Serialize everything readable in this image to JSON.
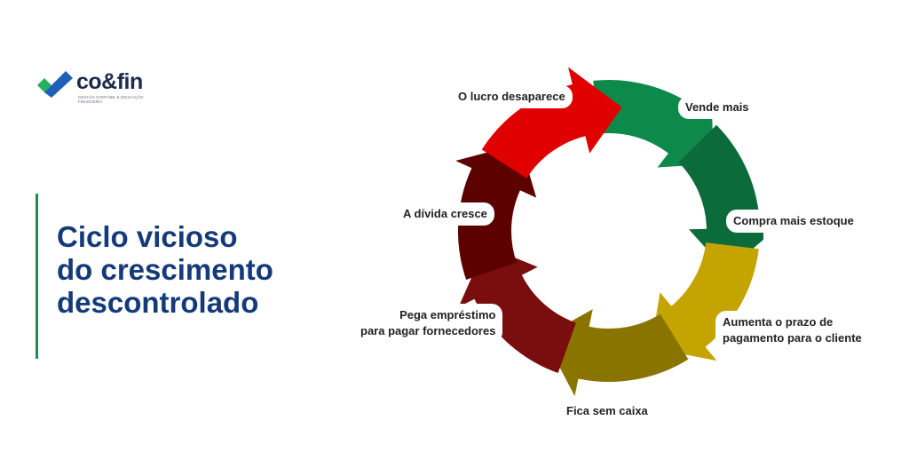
{
  "logo": {
    "brand": "co&fin",
    "tagline": "GESTÃO CONTÁBIL E EDUCAÇÃO FINANCEIRA"
  },
  "title": {
    "line1": "Ciclo vicioso",
    "line2": "do crescimento",
    "line3": "descontrolado"
  },
  "colors": {
    "title": "#153a7a",
    "accent_line": "#1f8a4f",
    "logo_text": "#1c2a4d",
    "logo_check_green": "#27ae60",
    "logo_check_blue": "#1e5fb8"
  },
  "cycle": {
    "steps": [
      {
        "label": "Vende mais",
        "color": "#0d8a4a"
      },
      {
        "label": "Compra mais estoque",
        "color": "#0b6b3a"
      },
      {
        "label": "Aumenta o prazo de",
        "label2": "pagamento para o cliente",
        "color": "#c3a400"
      },
      {
        "label": "Fica sem caixa",
        "color": "#8a7400"
      },
      {
        "label": "Pega empréstimo",
        "label2": "para pagar fornecedores",
        "color": "#7a0d0d"
      },
      {
        "label": "A dívida cresce",
        "color": "#5c0000"
      },
      {
        "label": "O lucro desaparece",
        "color": "#e00000"
      }
    ]
  }
}
